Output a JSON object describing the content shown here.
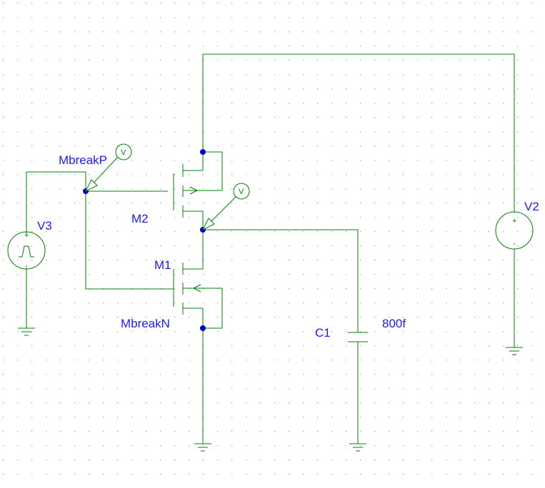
{
  "schematic": {
    "components": {
      "v3": {
        "name": "V3",
        "type": "pulse-voltage-source"
      },
      "v2": {
        "name": "V2",
        "type": "dc-voltage-source"
      },
      "m2": {
        "name": "M2",
        "model": "MbreakP",
        "type": "pmos"
      },
      "m1": {
        "name": "M1",
        "model": "MbreakN",
        "type": "nmos"
      },
      "c1": {
        "name": "C1",
        "value": "800f",
        "type": "capacitor"
      }
    },
    "probes": [
      {
        "symbol": "V"
      },
      {
        "symbol": "V"
      }
    ],
    "source_signs": {
      "plus": "+",
      "minus": "-"
    },
    "colors": {
      "wire": "#008000",
      "label": "#1a1aff",
      "junction": "#0000cc",
      "grid_dot": "#9a9a9a",
      "background": "#ffffff"
    }
  }
}
